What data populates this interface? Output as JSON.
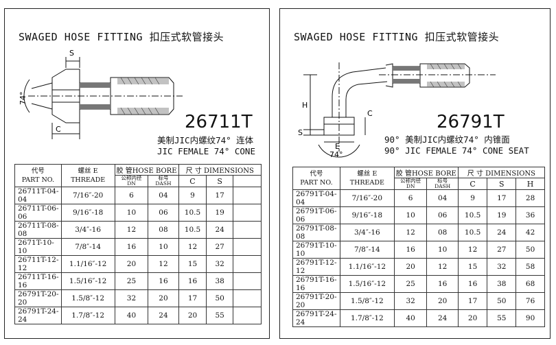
{
  "left": {
    "title": "SWAGED HOSE FITTING  扣压式软管接头",
    "part_number": "26711T",
    "desc_line1": "美制JIC内螺纹74° 连体",
    "desc_line2": "JIC FEMALE 74° CONE",
    "drawing_labels": {
      "s": "S",
      "angle": "74°",
      "c": "C"
    },
    "headers": {
      "part_cn": "代号",
      "part_en": "PART NO.",
      "thread_cn": "螺丝 E",
      "thread_en": "THREADE",
      "bore": "胶 管HOSE BORE",
      "dn_cn": "公称内径",
      "dn": "DN",
      "dash_cn": "标号",
      "dash": "DASH",
      "dimensions": "尺 寸 DIMENSIONS",
      "c": "C",
      "s": "S"
    },
    "rows": [
      {
        "part": "26711T-04-04",
        "thread": "7/16″-20",
        "dn": "6",
        "dash": "04",
        "c": "9",
        "s": "17"
      },
      {
        "part": "26711T-06-06",
        "thread": "9/16″-18",
        "dn": "10",
        "dash": "06",
        "c": "10.5",
        "s": "19"
      },
      {
        "part": "26711T-08-08",
        "thread": "3/4″-16",
        "dn": "12",
        "dash": "08",
        "c": "10.5",
        "s": "24"
      },
      {
        "part": "2671T-10-10",
        "thread": "7/8″-14",
        "dn": "16",
        "dash": "10",
        "c": "12",
        "s": "27"
      },
      {
        "part": "26711T-12-12",
        "thread": "1.1/16″-12",
        "dn": "20",
        "dash": "12",
        "c": "15",
        "s": "32"
      },
      {
        "part": "26711T-16-16",
        "thread": "1.5/16″-12",
        "dn": "25",
        "dash": "16",
        "c": "16",
        "s": "38"
      },
      {
        "part": "26791T-20-20",
        "thread": "1.5/8″-12",
        "dn": "32",
        "dash": "20",
        "c": "17",
        "s": "50"
      },
      {
        "part": "26791T-24-24",
        "thread": "1.7/8″-12",
        "dn": "40",
        "dash": "24",
        "c": "20",
        "s": "55"
      }
    ]
  },
  "right": {
    "title": "SWAGED HOSE FITTING  扣压式软管接头",
    "part_number": "26791T",
    "desc_line1": "90° 美制JIC内螺纹74° 内锥面",
    "desc_line2": "90° JIC FEMALE 74° CONE SEAT",
    "drawing_labels": {
      "h": "H",
      "c": "C",
      "s": "S",
      "e": "E",
      "angle": "74°"
    },
    "headers": {
      "part_cn": "代号",
      "part_en": "PART NO.",
      "thread_cn": "螺丝 E",
      "thread_en": "THREADE",
      "bore": "胶 管HOSE BORE",
      "dn_cn": "公称内径",
      "dn": "DN",
      "dash_cn": "标号",
      "dash": "DASH",
      "dimensions": "尺 寸 DIMENSIONS",
      "c": "C",
      "s": "S",
      "h": "H"
    },
    "rows": [
      {
        "part": "26791T-04-04",
        "thread": "7/16″-20",
        "dn": "6",
        "dash": "04",
        "c": "9",
        "s": "17",
        "h": "28"
      },
      {
        "part": "26791T-06-06",
        "thread": "9/16″-18",
        "dn": "10",
        "dash": "06",
        "c": "10.5",
        "s": "19",
        "h": "36"
      },
      {
        "part": "26791T-08-08",
        "thread": "3/4″-16",
        "dn": "12",
        "dash": "08",
        "c": "10.5",
        "s": "24",
        "h": "42"
      },
      {
        "part": "26791T-10-10",
        "thread": "7/8″-14",
        "dn": "16",
        "dash": "10",
        "c": "12",
        "s": "27",
        "h": "50"
      },
      {
        "part": "26791T-12-12",
        "thread": "1.1/16″-12",
        "dn": "20",
        "dash": "12",
        "c": "15",
        "s": "32",
        "h": "58"
      },
      {
        "part": "26791T-16-16",
        "thread": "1.5/16″-12",
        "dn": "25",
        "dash": "16",
        "c": "16",
        "s": "38",
        "h": "68"
      },
      {
        "part": "26791T-20-20",
        "thread": "1.5/8″-12",
        "dn": "32",
        "dash": "20",
        "c": "17",
        "s": "50",
        "h": "76"
      },
      {
        "part": "26791T-24-24",
        "thread": "1.7/8″-12",
        "dn": "40",
        "dash": "24",
        "c": "20",
        "s": "55",
        "h": "90"
      }
    ]
  }
}
